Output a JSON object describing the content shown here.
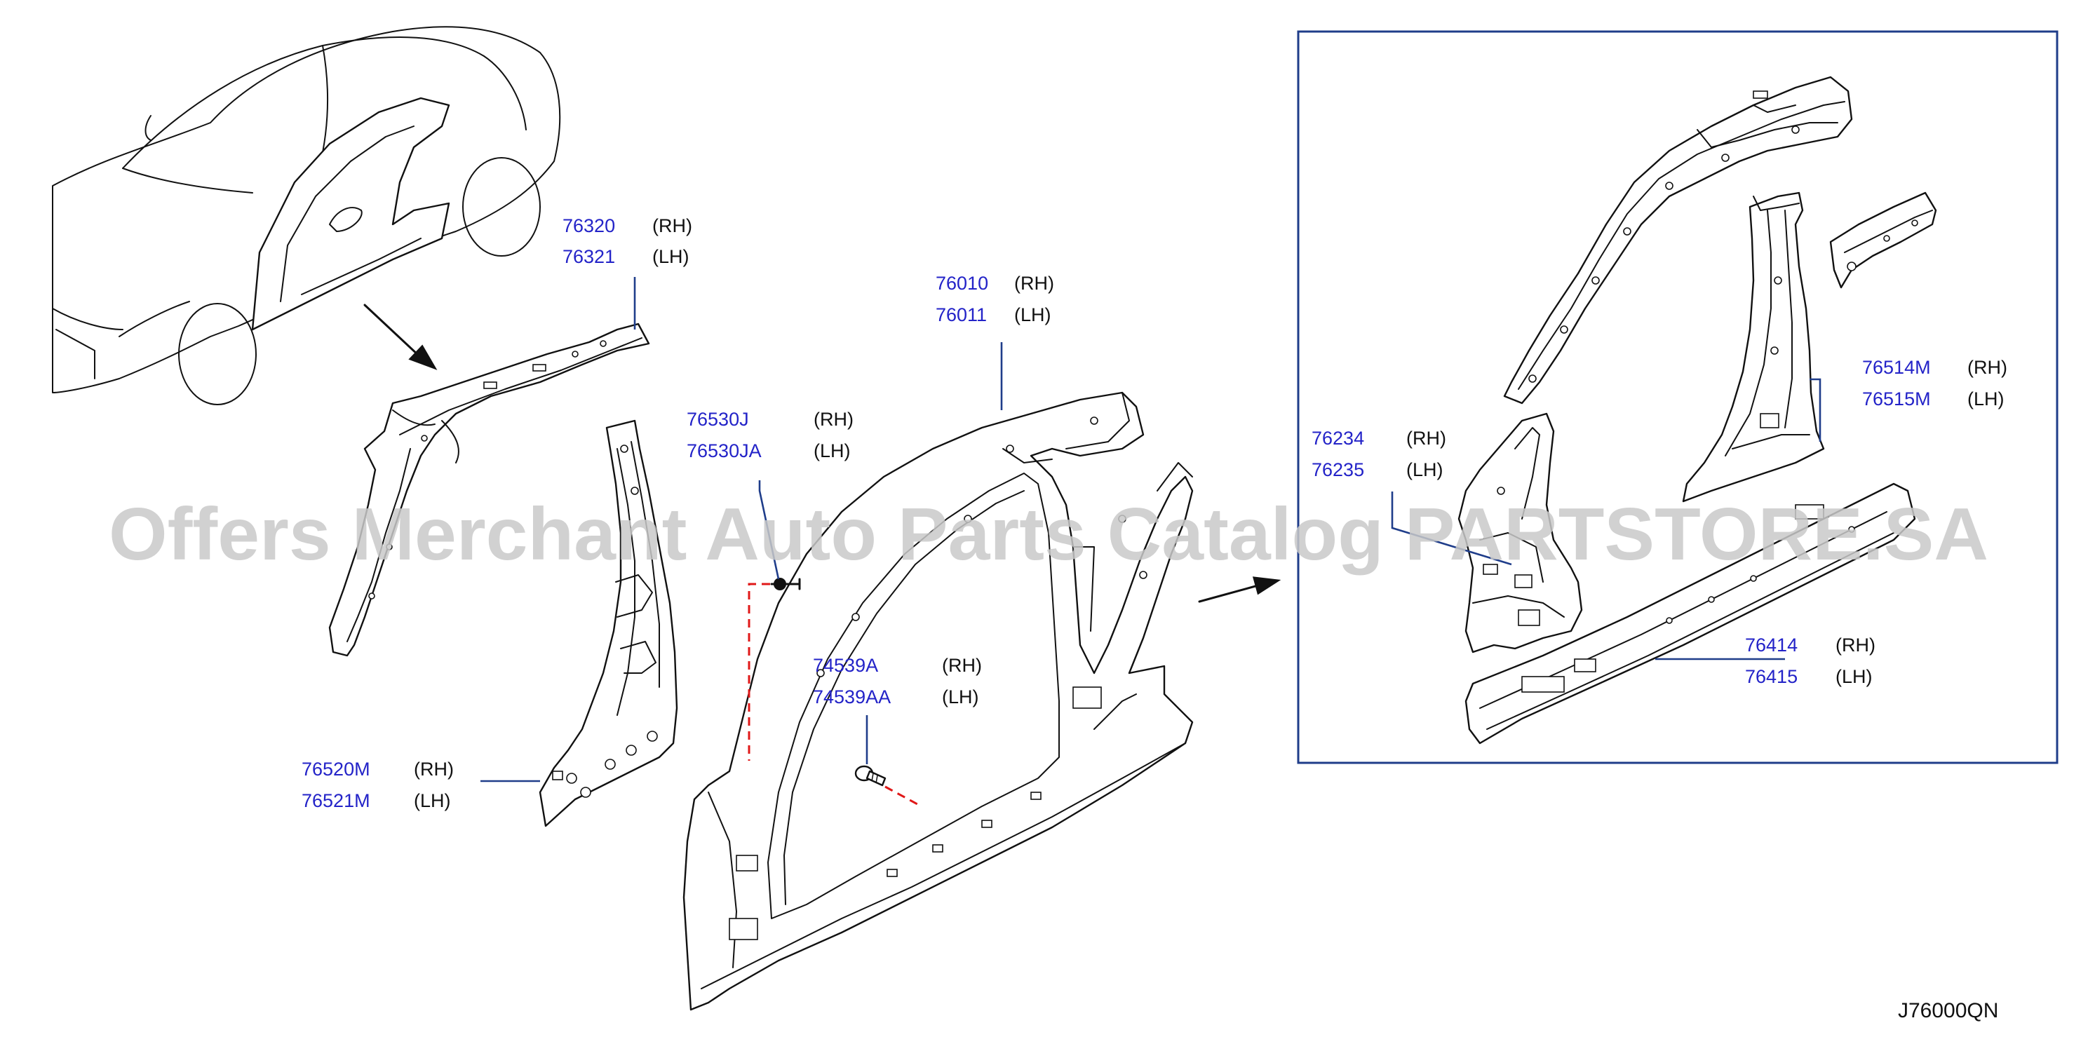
{
  "diagram": {
    "watermark": "Offers Merchant Auto Parts Catalog PARTSTORE.SA",
    "diagram_code": "J76000QN",
    "callouts": [
      {
        "id": "roof-rail-outer",
        "parts": [
          {
            "number": "76320",
            "side": "(RH)"
          },
          {
            "number": "76321",
            "side": "(LH)"
          }
        ]
      },
      {
        "id": "body-side-outer",
        "parts": [
          {
            "number": "76010",
            "side": "(RH)"
          },
          {
            "number": "76011",
            "side": "(LH)"
          }
        ]
      },
      {
        "id": "nut-clip",
        "parts": [
          {
            "number": "76530J",
            "side": "(RH)"
          },
          {
            "number": "76530JA",
            "side": "(LH)"
          }
        ]
      },
      {
        "id": "bolt",
        "parts": [
          {
            "number": "74539A",
            "side": "(RH)"
          },
          {
            "number": "74539AA",
            "side": "(LH)"
          }
        ]
      },
      {
        "id": "center-pillar-inner",
        "parts": [
          {
            "number": "76520M",
            "side": "(RH)"
          },
          {
            "number": "76521M",
            "side": "(LH)"
          }
        ]
      },
      {
        "id": "center-pillar-reinforcement",
        "parts": [
          {
            "number": "76514M",
            "side": "(RH)"
          },
          {
            "number": "76515M",
            "side": "(LH)"
          }
        ]
      },
      {
        "id": "front-pillar-lower",
        "parts": [
          {
            "number": "76234",
            "side": "(RH)"
          },
          {
            "number": "76235",
            "side": "(LH)"
          }
        ]
      },
      {
        "id": "sill-reinforcement",
        "parts": [
          {
            "number": "76414",
            "side": "(RH)"
          },
          {
            "number": "76415",
            "side": "(LH)"
          }
        ]
      }
    ]
  }
}
